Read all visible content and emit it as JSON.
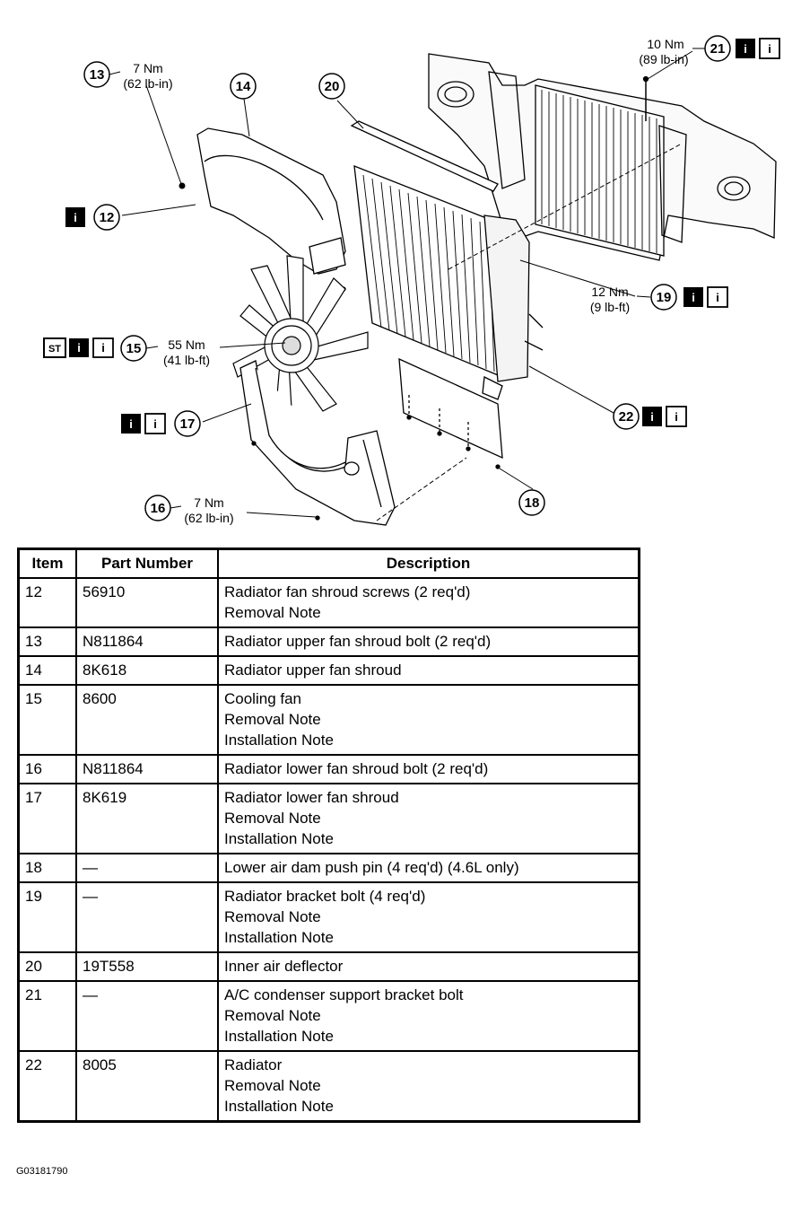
{
  "callouts": {
    "c12": {
      "num": "12"
    },
    "c13": {
      "num": "13",
      "torque_nm": "7 Nm",
      "torque_imp": "(62 lb-in)"
    },
    "c14": {
      "num": "14"
    },
    "c15": {
      "num": "15",
      "torque_nm": "55 Nm",
      "torque_imp": "(41 lb-ft)"
    },
    "c16": {
      "num": "16",
      "torque_nm": "7 Nm",
      "torque_imp": "(62 lb-in)"
    },
    "c17": {
      "num": "17"
    },
    "c18": {
      "num": "18"
    },
    "c19": {
      "num": "19",
      "torque_nm": "12 Nm",
      "torque_imp": "(9 lb-ft)"
    },
    "c20": {
      "num": "20"
    },
    "c21": {
      "num": "21",
      "torque_nm": "10 Nm",
      "torque_imp": "(89 lb-in)"
    },
    "c22": {
      "num": "22"
    }
  },
  "icons": {
    "info": "i",
    "special_tool": "ST"
  },
  "table": {
    "headers": {
      "item": "Item",
      "part_number": "Part Number",
      "description": "Description"
    },
    "rows": [
      {
        "item": "12",
        "part": "56910",
        "desc": [
          "Radiator fan shroud screws (2 req'd)",
          "Removal Note"
        ]
      },
      {
        "item": "13",
        "part": "N811864",
        "desc": [
          "Radiator upper fan shroud bolt (2 req'd)"
        ]
      },
      {
        "item": "14",
        "part": "8K618",
        "desc": [
          "Radiator upper fan shroud"
        ]
      },
      {
        "item": "15",
        "part": "8600",
        "desc": [
          "Cooling fan",
          "Removal Note",
          "Installation Note"
        ]
      },
      {
        "item": "16",
        "part": "N811864",
        "desc": [
          "Radiator lower fan shroud bolt (2 req'd)"
        ]
      },
      {
        "item": "17",
        "part": "8K619",
        "desc": [
          "Radiator lower fan shroud",
          "Removal Note",
          "Installation Note"
        ]
      },
      {
        "item": "18",
        "part": "—",
        "desc": [
          "Lower air dam push pin (4 req'd) (4.6L only)"
        ]
      },
      {
        "item": "19",
        "part": "—",
        "desc": [
          "Radiator bracket bolt (4 req'd)",
          "Removal Note",
          "Installation Note"
        ]
      },
      {
        "item": "20",
        "part": "19T558",
        "desc": [
          "Inner air deflector"
        ]
      },
      {
        "item": "21",
        "part": "—",
        "desc": [
          "A/C condenser support bracket bolt",
          "Removal Note",
          "Installation Note"
        ]
      },
      {
        "item": "22",
        "part": "8005",
        "desc": [
          "Radiator",
          "Removal Note",
          "Installation Note"
        ]
      }
    ]
  },
  "figure_id": "G03181790"
}
